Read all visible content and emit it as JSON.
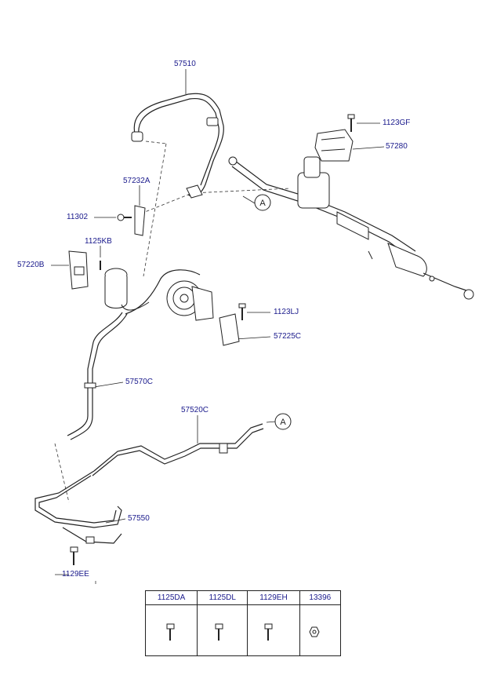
{
  "callouts": {
    "p57510": "57510",
    "p1123GF": "1123GF",
    "p57280": "57280",
    "p57232A": "57232A",
    "p11302": "11302",
    "p1125KB": "1125KB",
    "p57220B": "57220B",
    "p1123LJ": "1123LJ",
    "p57225C": "57225C",
    "p57570C": "57570C",
    "p57520C": "57520C",
    "p57550": "57550",
    "p1129EE": "1129EE"
  },
  "connectors": {
    "upper": "A",
    "lower": "A"
  },
  "fastener_table": {
    "headers": [
      "1125DA",
      "1125DL",
      "1129EH",
      "13396"
    ]
  }
}
